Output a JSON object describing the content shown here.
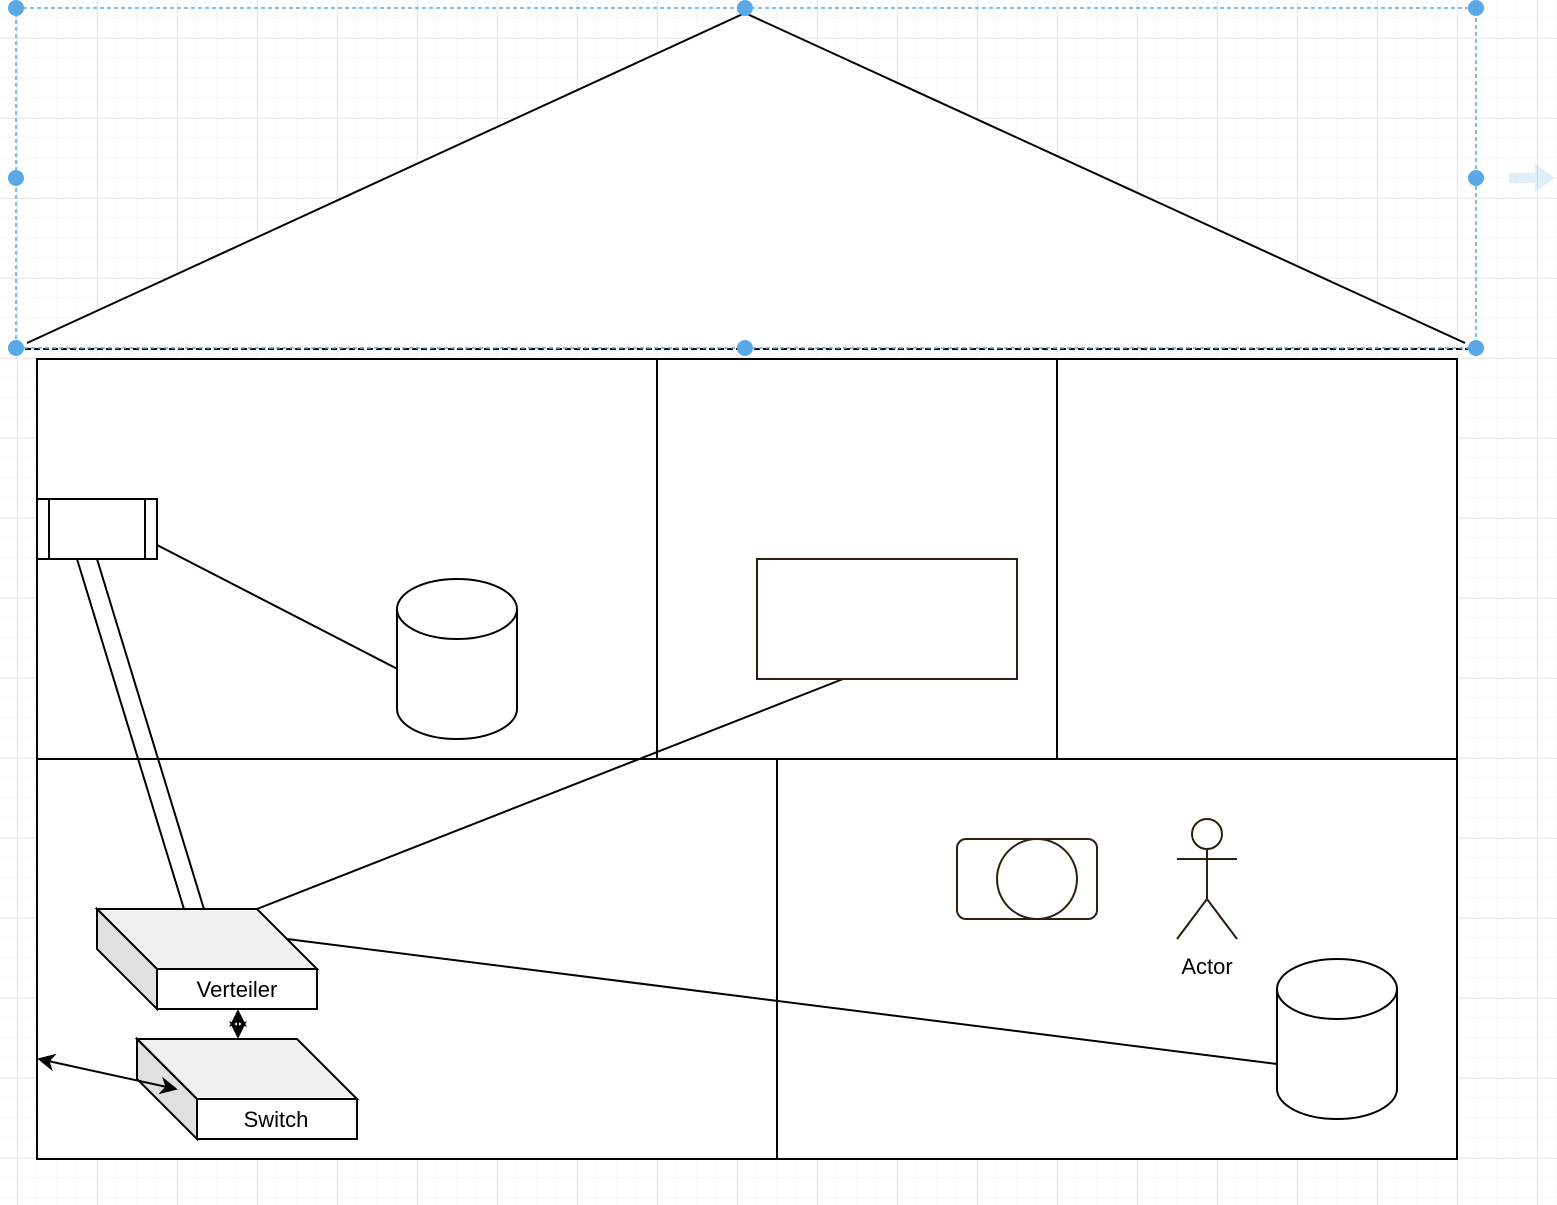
{
  "diagram": {
    "labels": {
      "verteiler": "Verteiler",
      "switch": "Switch",
      "actor": "Actor"
    },
    "colors": {
      "selection": "#5aa9e6",
      "grid_minor": "#f2f2f2",
      "grid_major": "#e6e6e6",
      "stroke": "#000000",
      "device_fill": "#f1f1f1",
      "device_side": "#e0e0e0",
      "brown_stroke": "#2b2011"
    }
  }
}
